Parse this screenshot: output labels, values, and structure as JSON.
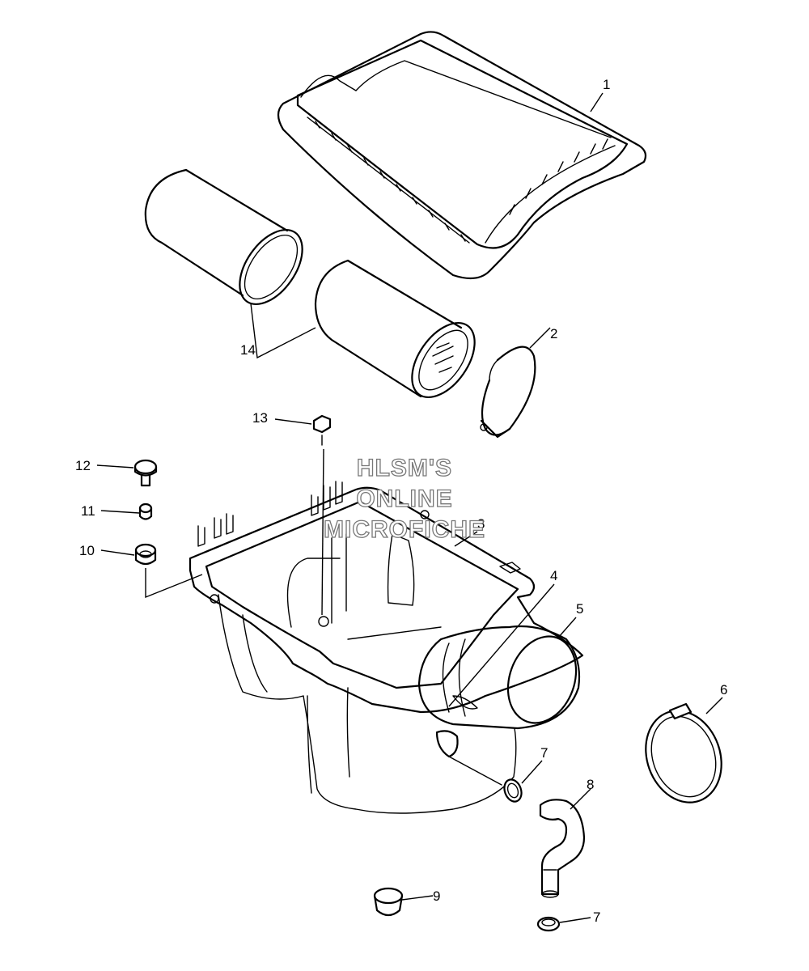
{
  "watermark": {
    "line1": "HLSM'S",
    "line2": "ONLINE",
    "line3": "MICROFICHE"
  },
  "callouts": [
    {
      "id": "c1",
      "text": "1"
    },
    {
      "id": "c2",
      "text": "2"
    },
    {
      "id": "c3",
      "text": "3"
    },
    {
      "id": "c4",
      "text": "4"
    },
    {
      "id": "c5",
      "text": "5"
    },
    {
      "id": "c6",
      "text": "6"
    },
    {
      "id": "c7a",
      "text": "7"
    },
    {
      "id": "c7b",
      "text": "7"
    },
    {
      "id": "c8",
      "text": "8"
    },
    {
      "id": "c9",
      "text": "9"
    },
    {
      "id": "c10",
      "text": "10"
    },
    {
      "id": "c11",
      "text": "11"
    },
    {
      "id": "c12",
      "text": "12"
    },
    {
      "id": "c13",
      "text": "13"
    },
    {
      "id": "c14",
      "text": "14"
    }
  ]
}
